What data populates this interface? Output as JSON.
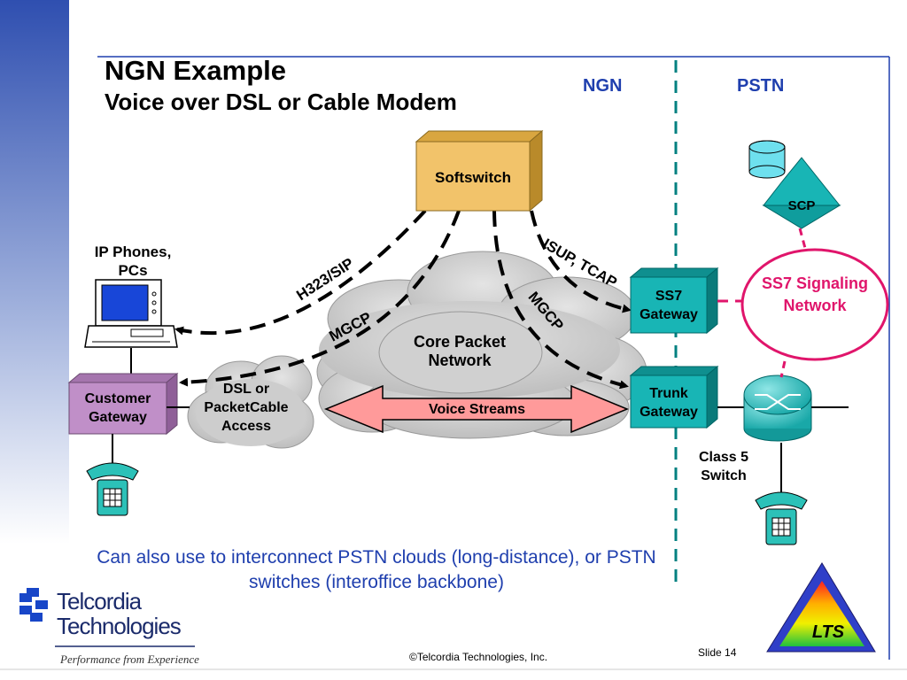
{
  "slide": {
    "title": "NGN Example",
    "subtitle": "Voice over DSL or Cable Modem",
    "caption": "Can also use to interconnect PSTN clouds (long-distance), or PSTN switches (interoffice backbone)",
    "copyright": "©Telcordia Technologies, Inc.",
    "slide_number": "Slide 14"
  },
  "zones": {
    "ngn": "NGN",
    "pstn": "PSTN"
  },
  "nodes": {
    "softswitch": "Softswitch",
    "ip_phones": "IP Phones, PCs",
    "customer_gateway": "Customer Gateway",
    "access_cloud": "DSL or PacketCable Access",
    "core_cloud": "Core Packet Network",
    "voice_streams": "Voice Streams",
    "ss7_gateway": "SS7 Gateway",
    "trunk_gateway": "Trunk Gateway",
    "scp": "SCP",
    "ss7_network": "SS7 Signaling Network",
    "class5_switch": "Class 5 Switch"
  },
  "links": {
    "h323_sip": "H323/SIP",
    "mgcp_left": "MGCP",
    "mgcp_right": "MGCP",
    "isup_tcap": "ISUP, TCAP"
  },
  "branding": {
    "company_line1": "Telcordia",
    "company_line2": "Technologies",
    "tagline": "Performance from Experience",
    "badge": "LTS"
  },
  "colors": {
    "title_blue": "#1f3fae",
    "divider_teal": "#008080",
    "gateway_teal": "#18b5b5",
    "customer_gateway": "#c08fc8",
    "softswitch": "#f2c36a",
    "ss7_network_border": "#e0156b",
    "voice_streams": "#ff9a9a"
  }
}
